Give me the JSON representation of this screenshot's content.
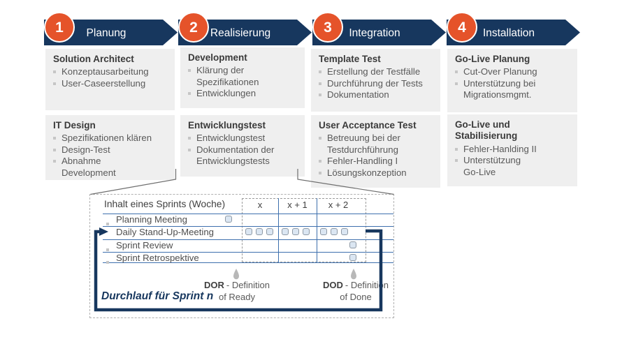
{
  "phases": [
    {
      "number": "1",
      "label": "Planung",
      "boxes": [
        {
          "title": "Solution Architect",
          "items": [
            "Konzeptausarbeitung",
            "User-Caseerstellung"
          ]
        },
        {
          "title": "IT Design",
          "items": [
            "Spezifikationen klären",
            "Design-Test",
            "Abnahme\nDevelopment"
          ]
        }
      ]
    },
    {
      "number": "2",
      "label": "Realisierung",
      "boxes": [
        {
          "title": "Development",
          "items": [
            "Klärung der\nSpezifikationen",
            "Entwicklungen"
          ]
        },
        {
          "title": "Entwicklungstest",
          "items": [
            "Entwicklungstest",
            "Dokumentation der\nEntwicklungstests"
          ]
        }
      ]
    },
    {
      "number": "3",
      "label": "Integration",
      "boxes": [
        {
          "title": "Template Test",
          "items": [
            "Erstellung der Testfälle",
            "Durchführung der Tests",
            "Dokumentation"
          ]
        },
        {
          "title": "User Acceptance Test",
          "items": [
            "Betreuung bei der\nTestdurchführung",
            "Fehler-Handling I",
            "Lösungskonzeption"
          ]
        }
      ]
    },
    {
      "number": "4",
      "label": "Installation",
      "boxes": [
        {
          "title": "Go-Live Planung",
          "items": [
            "Cut-Over Planung",
            "Unterstützung bei\nMigrationsmgmt."
          ]
        },
        {
          "title": "Go-Live und\nStabilisierung",
          "items": [
            "Fehler-Hanlding II",
            "Unterstützung\nGo-Live"
          ]
        }
      ]
    }
  ],
  "sprint": {
    "header": "Inhalt eines Sprints (Woche)",
    "weeks": [
      "x",
      "x + 1",
      "x + 2"
    ],
    "rows": [
      "Planning Meeting",
      "Daily Stand-Up-Meeting",
      "Sprint Review",
      "Sprint Retrospektive"
    ],
    "dor_abbr": "DOR",
    "dor_rest": "- Definition",
    "dor_line2": "of Ready",
    "dod_abbr": "DOD",
    "dod_rest": "- Definition",
    "dod_line2": "of Done",
    "caption": "Durchlauf für Sprint n"
  },
  "colors": {
    "navy": "#17375E",
    "orange": "#E5532A",
    "grid_blue": "#3D6FAD",
    "box_bg": "#EFEFEF",
    "checkbox_fill": "#DBE6F2"
  }
}
